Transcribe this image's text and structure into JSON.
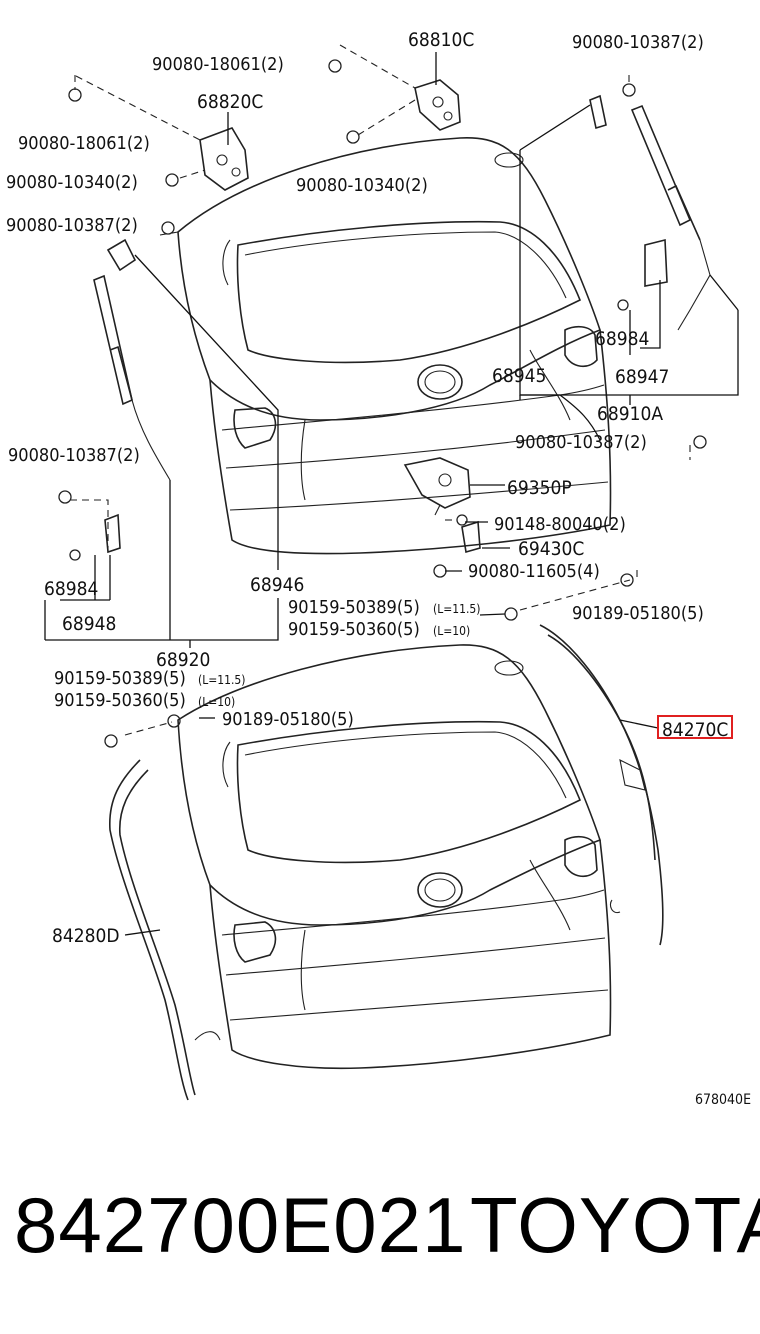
{
  "labels": {
    "l68810C": "68810C",
    "l90080_18061_a": "90080-18061(2)",
    "l90080_10387_tr": "90080-10387(2)",
    "l68820C": "68820C",
    "l90080_18061_b": "90080-18061(2)",
    "l90080_10340_l": "90080-10340(2)",
    "l90080_10340_r": "90080-10340(2)",
    "l90080_10387_l": "90080-10387(2)",
    "l68984_r": "68984",
    "l68945": "68945",
    "l68947": "68947",
    "l68910A": "68910A",
    "l90080_10387_mr": "90080-10387(2)",
    "l90080_10387_ml": "90080-10387(2)",
    "l69350P": "69350P",
    "l90148_80040": "90148-80040(2)",
    "l69430C": "69430C",
    "l68984_l": "68984",
    "l90080_11605": "90080-11605(4)",
    "l68946": "68946",
    "l68948": "68948",
    "l90159_50389_a": "90159-50389(5)",
    "l90159_50389_a_len": "(L=11.5)",
    "l90159_50360_a": "90159-50360(5)",
    "l90159_50360_a_len": "(L=10)",
    "l90189_05180_a": "90189-05180(5)",
    "l68920": "68920",
    "l90159_50389_b": "90159-50389(5)",
    "l90159_50389_b_len": "(L=11.5)",
    "l90159_50360_b": "90159-50360(5)",
    "l90159_50360_b_len": "(L=10)",
    "l90189_05180_b": "90189-05180(5)",
    "l84270": "84270C",
    "l84280D": "84280D",
    "code": "678040E"
  },
  "highlight_color": "#e02020",
  "bottom": {
    "part_number": "842700E021",
    "brand": "TOYOTA"
  }
}
